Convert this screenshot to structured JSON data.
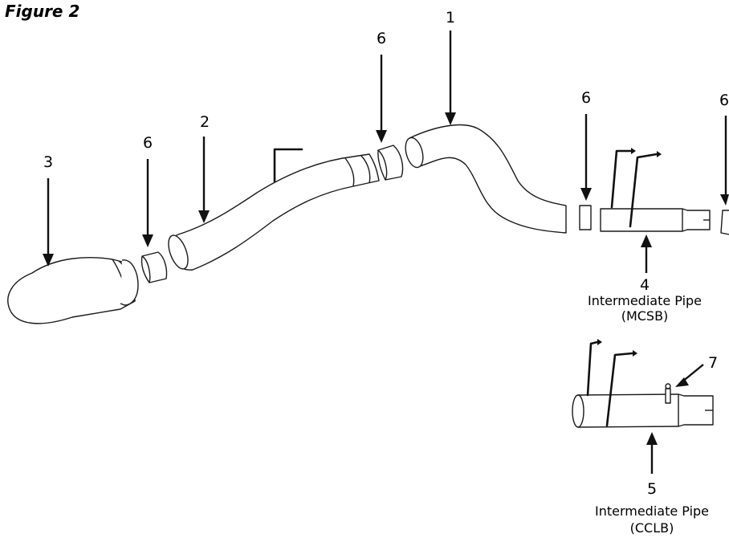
{
  "figure": {
    "title": "Figure 2"
  },
  "callouts": {
    "part1": "1",
    "part2": "2",
    "part3": "3",
    "part4": "4",
    "part5": "5",
    "part6a": "6",
    "part6b": "6",
    "part6c": "6",
    "part6d": "6",
    "part7": "7"
  },
  "captions": {
    "pipe4_line1": "Intermediate Pipe",
    "pipe4_line2": "(MCSB)",
    "pipe5_line1": "Intermediate Pipe",
    "pipe5_line2": "(CCLB)"
  }
}
